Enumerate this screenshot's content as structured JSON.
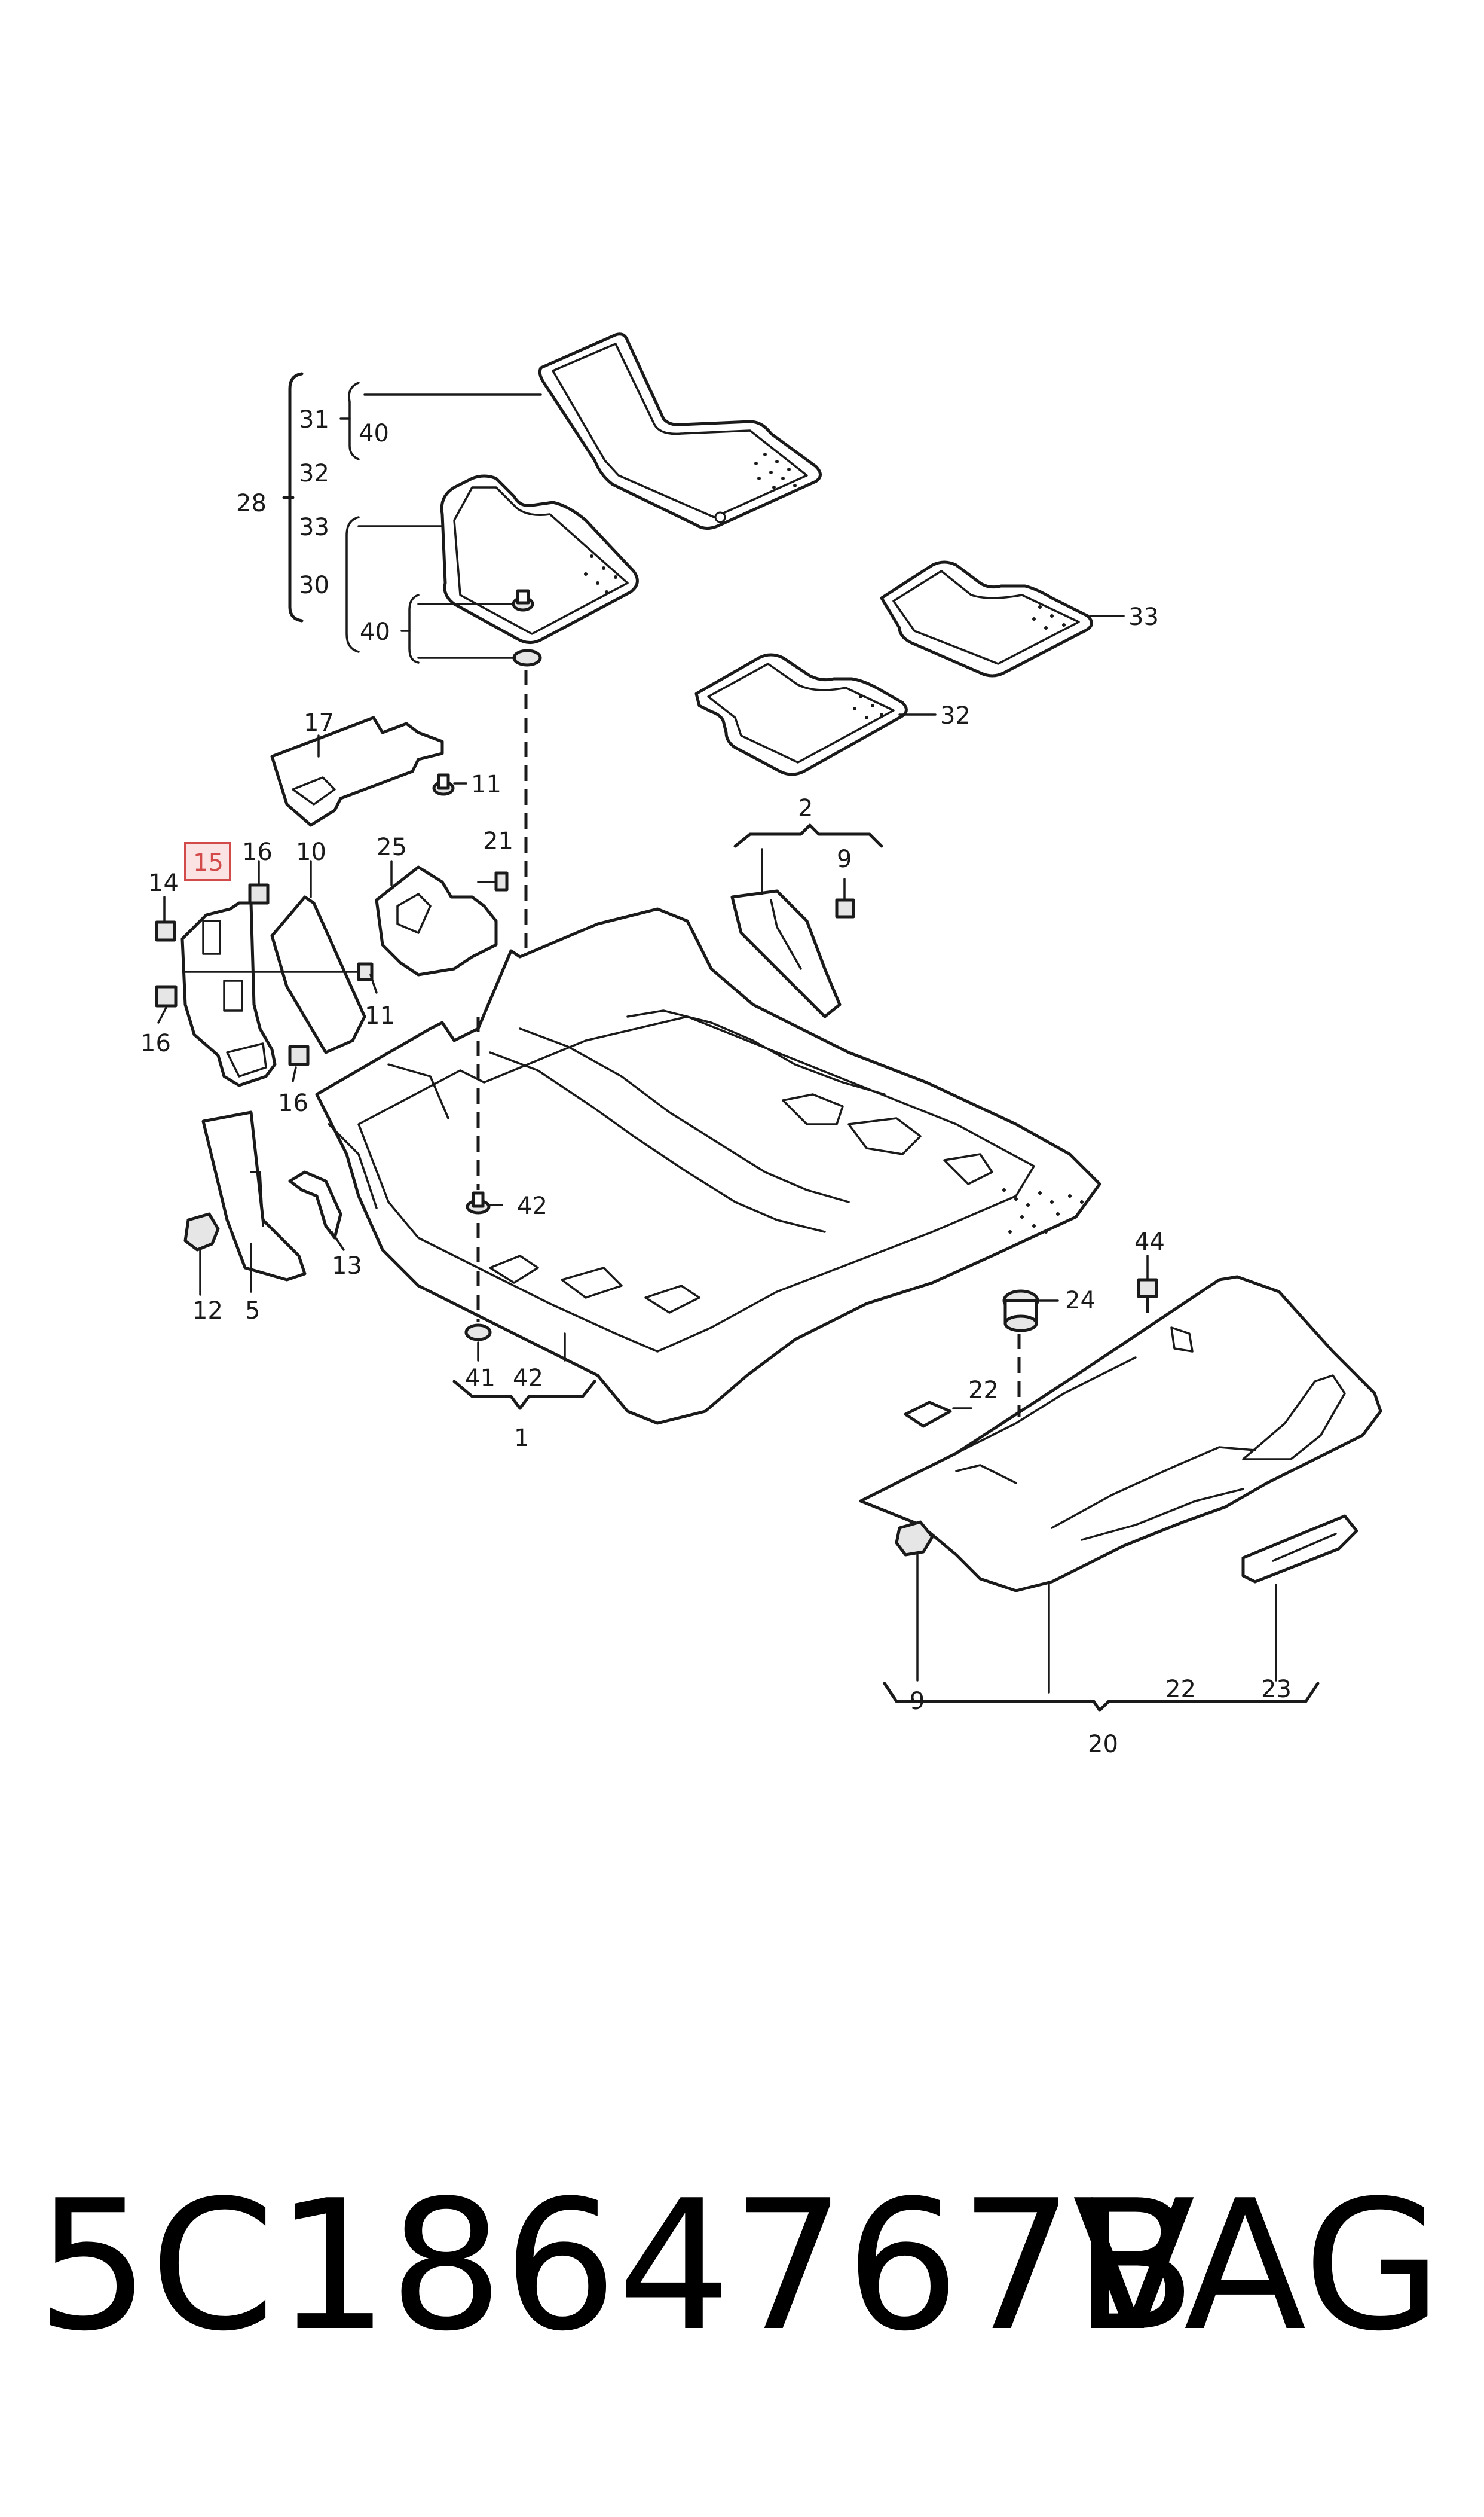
{
  "diagram": {
    "labels": {
      "l31": "31",
      "l40a": "40",
      "l32a": "32",
      "l28": "28",
      "l33a": "33",
      "l30": "30",
      "l40b": "40",
      "l33b": "33",
      "l32b": "32",
      "l17": "17",
      "l11a": "11",
      "l15": "15",
      "l16a": "16",
      "l10": "10",
      "l25": "25",
      "l21": "21",
      "l2": "2",
      "l9a": "9",
      "l14": "14",
      "l11b": "11",
      "l16b": "16",
      "l16c": "16",
      "l42a": "42",
      "l13": "13",
      "l12": "12",
      "l5": "5",
      "l41": "41",
      "l42b": "42",
      "l1": "1",
      "l44": "44",
      "l24": "24",
      "l22a": "22",
      "l9b": "9",
      "l22b": "22",
      "l23": "23",
      "l20": "20"
    },
    "highlighted": "15",
    "highlight_color": "#d24a4a"
  },
  "footer": {
    "part_number": "5C1864767B",
    "brand": "VAG"
  }
}
